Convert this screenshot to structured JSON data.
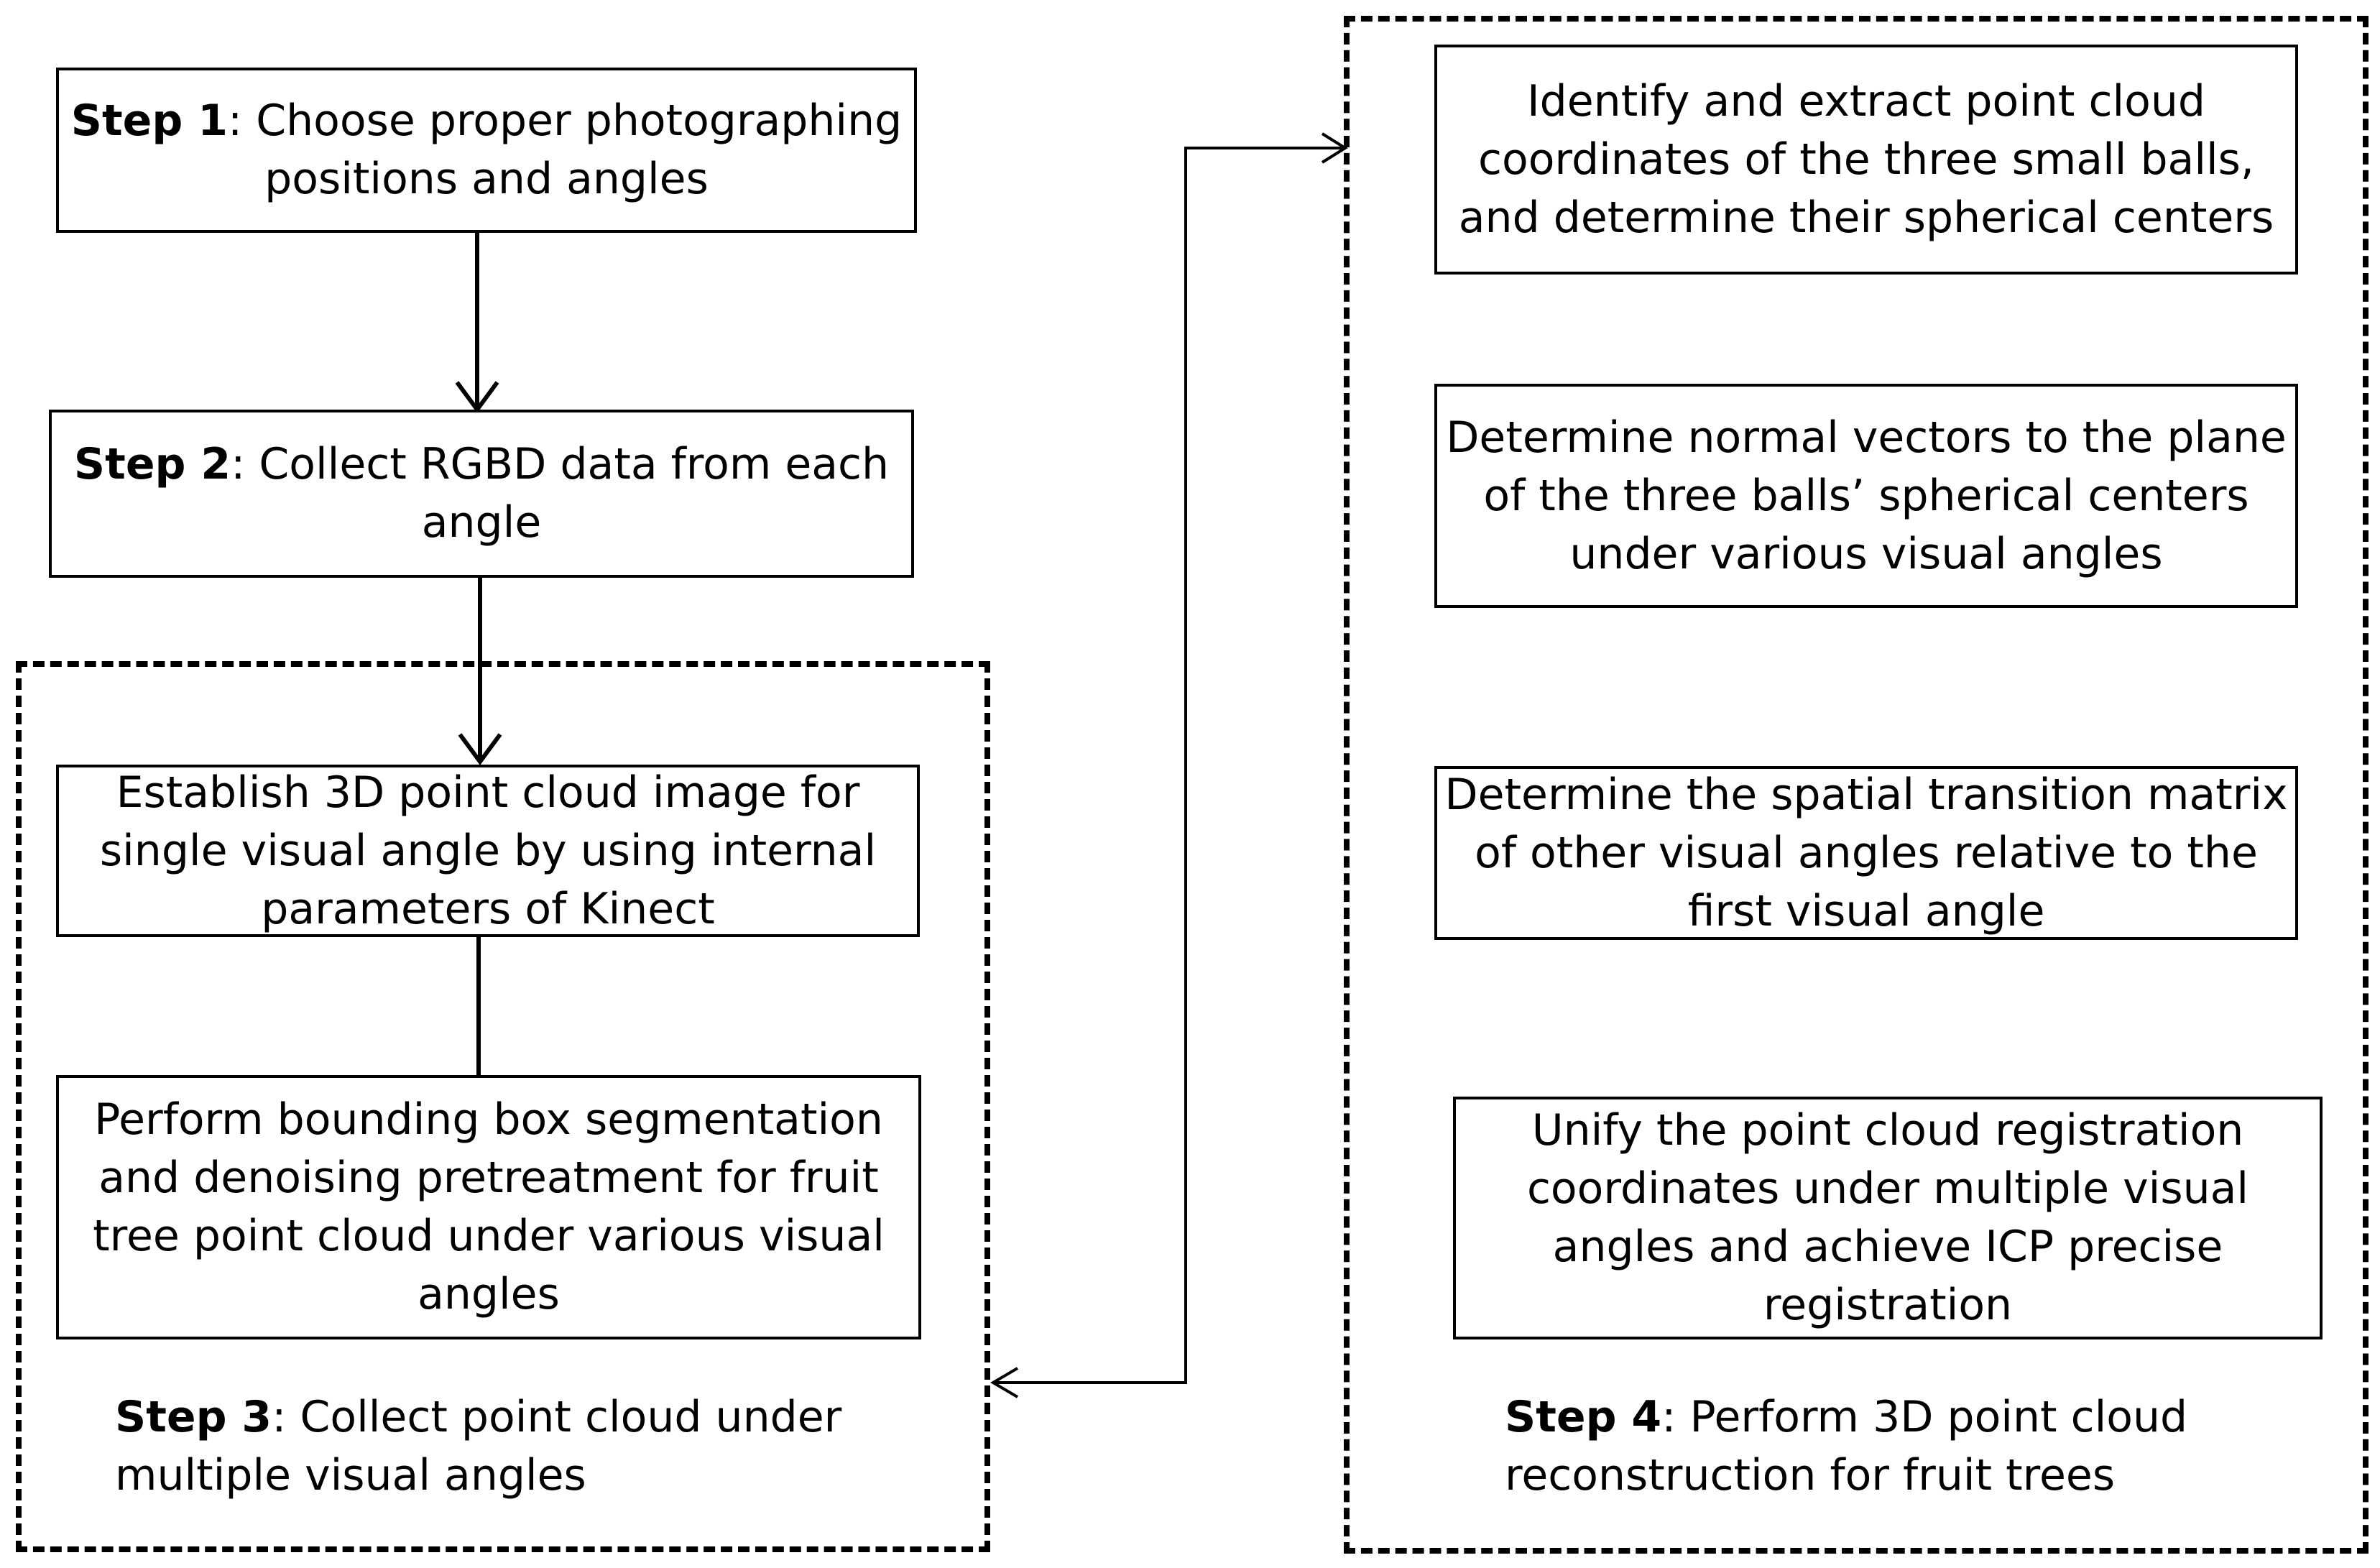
{
  "step1": {
    "label": "Step 1",
    "text": ": Choose proper photographing positions and angles"
  },
  "step2": {
    "label": "Step 2",
    "text": ": Collect RGBD data from each angle"
  },
  "step3": {
    "box_a": "Establish 3D point cloud image for single visual angle by using internal parameters of Kinect",
    "box_b": "Perform bounding box segmentation and denoising pretreatment for fruit tree point cloud under various visual angles",
    "caption_label": "Step 3",
    "caption_text": ": Collect point cloud under multiple visual angles"
  },
  "step4": {
    "box_a": "Identify and extract point cloud coordinates of the three small balls, and determine their spherical centers",
    "box_b": "Determine normal vectors to the plane of the three balls’ spherical centers under various visual angles",
    "box_c": "Determine the spatial transition matrix of other visual angles relative to the first visual angle",
    "box_d": "Unify the point cloud registration coordinates under multiple visual angles and achieve ICP precise registration",
    "caption_label": "Step 4",
    "caption_text": ": Perform 3D point cloud reconstruction for fruit trees"
  }
}
